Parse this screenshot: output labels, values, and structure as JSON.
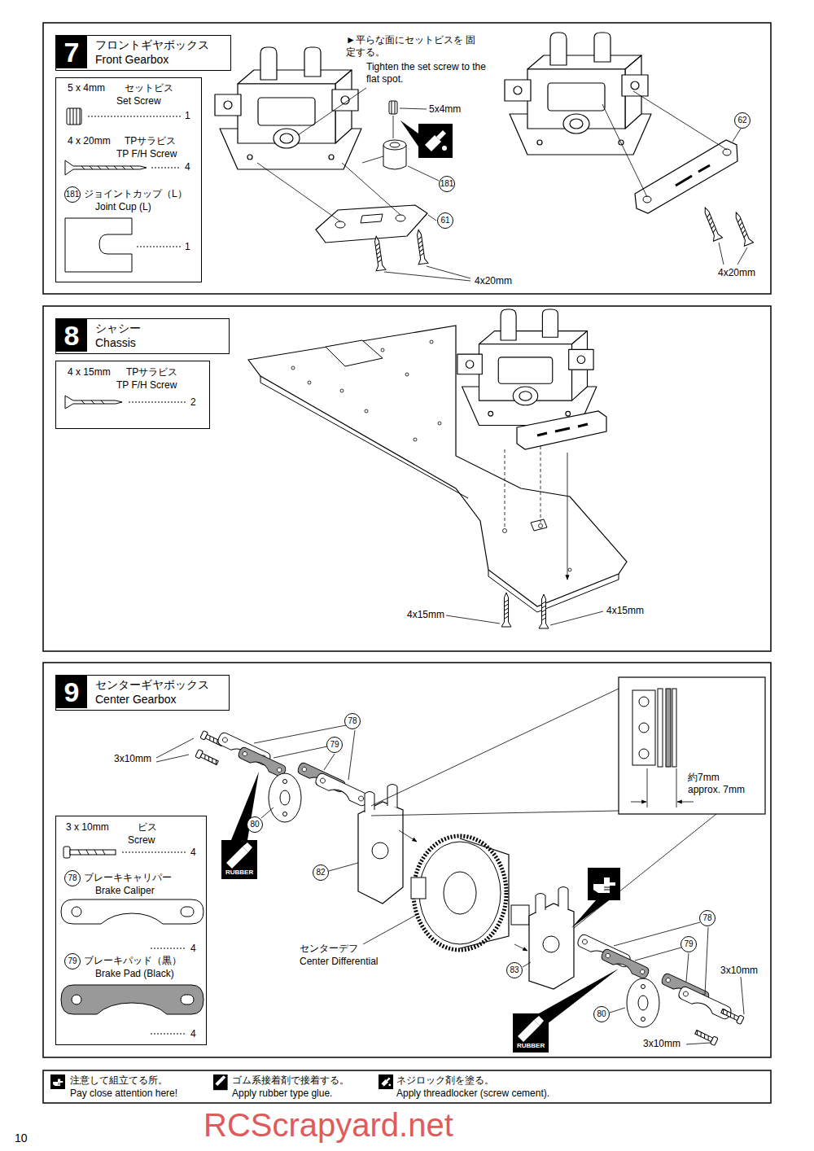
{
  "diagram": {
    "nodes": [
      {
        "text": [
          "7",
          "フロントギヤボックス",
          "Front Gearbox"
        ]
      },
      {
        "text": [
          "5 x 4mm",
          "セットビス",
          "Set Screw",
          "1",
          "4 x 20mm",
          "TPサラビス",
          "TP F/H Screw",
          "4",
          "181",
          "ジョイントカップ（L）",
          "Joint Cup (L)",
          "1"
        ]
      },
      {
        "text": [
          "8",
          "シャシー",
          "Chassis"
        ]
      },
      {
        "text": [
          "4 x 15mm",
          "TPサラビス",
          "TP F/H Screw",
          "2"
        ]
      },
      {
        "text": [
          "9",
          "センターギヤボックス",
          "Center Gearbox"
        ]
      },
      {
        "text": [
          "3 x 10mm",
          "ビス",
          "Screw",
          "4",
          "78",
          "ブレーキキャリパー",
          "Brake Caliper",
          "4",
          "79",
          "ブレーキパッド（黒）",
          "Brake Pad (Black)",
          "4"
        ]
      }
    ],
    "labels": [
      "►平らな面にセットビスを 固定する。",
      "Tighten the set screw to the flat spot.",
      "5x4mm",
      "181",
      "61",
      "4x20mm",
      "62",
      "4x20mm",
      "4x15mm",
      "4x15mm",
      "3x10mm",
      "78",
      "79",
      "80",
      "82",
      "約7mm",
      "approx. 7mm",
      "RUBBER",
      "センターデフ",
      "Center Differential",
      "83",
      "78",
      "79",
      "3x10mm",
      "80",
      "RUBBER",
      "3x10mm",
      "10",
      "RCScrapyard.net"
    ],
    "legend": [
      {
        "text": "注意して組立てる所。"
      },
      {
        "text": "Pay close attention here!"
      },
      {
        "text": "ゴム系接着剤で接着する。"
      },
      {
        "text": "Apply rubber type glue."
      },
      {
        "text": "ネジロック剤を塗る。"
      },
      {
        "text": "Apply threadlocker (screw cement)."
      }
    ]
  }
}
